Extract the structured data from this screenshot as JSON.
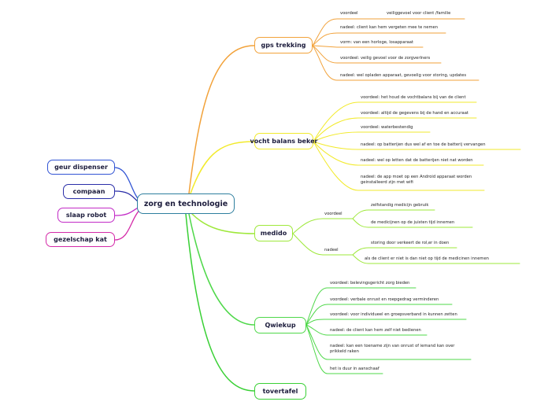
{
  "colors": {
    "root": "#2e7f9e",
    "left_blue": "#3154d4",
    "left_navy": "#2a2ea8",
    "left_magenta": "#c22ac6",
    "left_pink": "#d42aa8",
    "orange": "#f2a23a",
    "yellow": "#f2ea2c",
    "lime": "#9ee83a",
    "green": "#4fd84a",
    "green2": "#39d035"
  },
  "root": {
    "label": "zorg en technologie"
  },
  "left_topics": [
    {
      "label": "geur dispenser"
    },
    {
      "label": "compaan"
    },
    {
      "label": "slaap robot"
    },
    {
      "label": "gezelschap kat"
    }
  ],
  "gps": {
    "label": "gps trekking",
    "items": [
      {
        "text": "voordeel"
      },
      {
        "text": "veiliggevoel voor client /familie"
      },
      {
        "text": "nadeel: client kan hem vergeten mee te nemen"
      },
      {
        "text": "vorm: van een horloge, losapparaat"
      },
      {
        "text": "voordeel: veilig gevoel voor de zorgverlners"
      },
      {
        "text": "nadeel: wel opladen apparaat, gevoelig voor storing, updates"
      }
    ]
  },
  "vocht": {
    "label": "vocht balans beker",
    "items": [
      {
        "text": "voordeel: het houd de vochtbalans bij van de client"
      },
      {
        "text": "voordeel: altijd de gegevens bij de hand en accuraat"
      },
      {
        "text": "voordeel: waterbestendig"
      },
      {
        "text": "nadeel: op batterijen dus wel af en toe de batterij vervangen"
      },
      {
        "text": "nadeel: wel op letten dat de batterijen niet nat worden"
      },
      {
        "text": "nadeel: de app moet op een Android apparaat worden geinstalleerd zijn met wifi"
      }
    ]
  },
  "medido": {
    "label": "medido",
    "voordeel_label": "voordeel",
    "voordeel_items": [
      {
        "text": "zelfstandig medicijn gebruik"
      },
      {
        "text": "de medicijnen op de juisten tijd innemen"
      }
    ],
    "nadeel_label": "nadeel",
    "nadeel_items": [
      {
        "text": "storing door verkeert de rol,er in doen"
      },
      {
        "text": "als de client er niet is dan niet op tijd de medicinen innemen"
      }
    ]
  },
  "qwiekup": {
    "label": "Qwiekup",
    "items": [
      {
        "text": "voordeel: belevingsgericht zorg bieden"
      },
      {
        "text": "voordeel: verbale onrust en roepgedrag verminderen"
      },
      {
        "text": "voordeel: voor individueel en groepsverband in kunnen zetten"
      },
      {
        "text": "nadeel: de client kan hem zelf niet bedienen"
      },
      {
        "text": "nadeel: kan een toename zijn van onrust of iemand kan over prikkeld raken"
      },
      {
        "text": "het is duur in aanschaaf"
      }
    ]
  },
  "tovertafel": {
    "label": "tovertafel"
  }
}
